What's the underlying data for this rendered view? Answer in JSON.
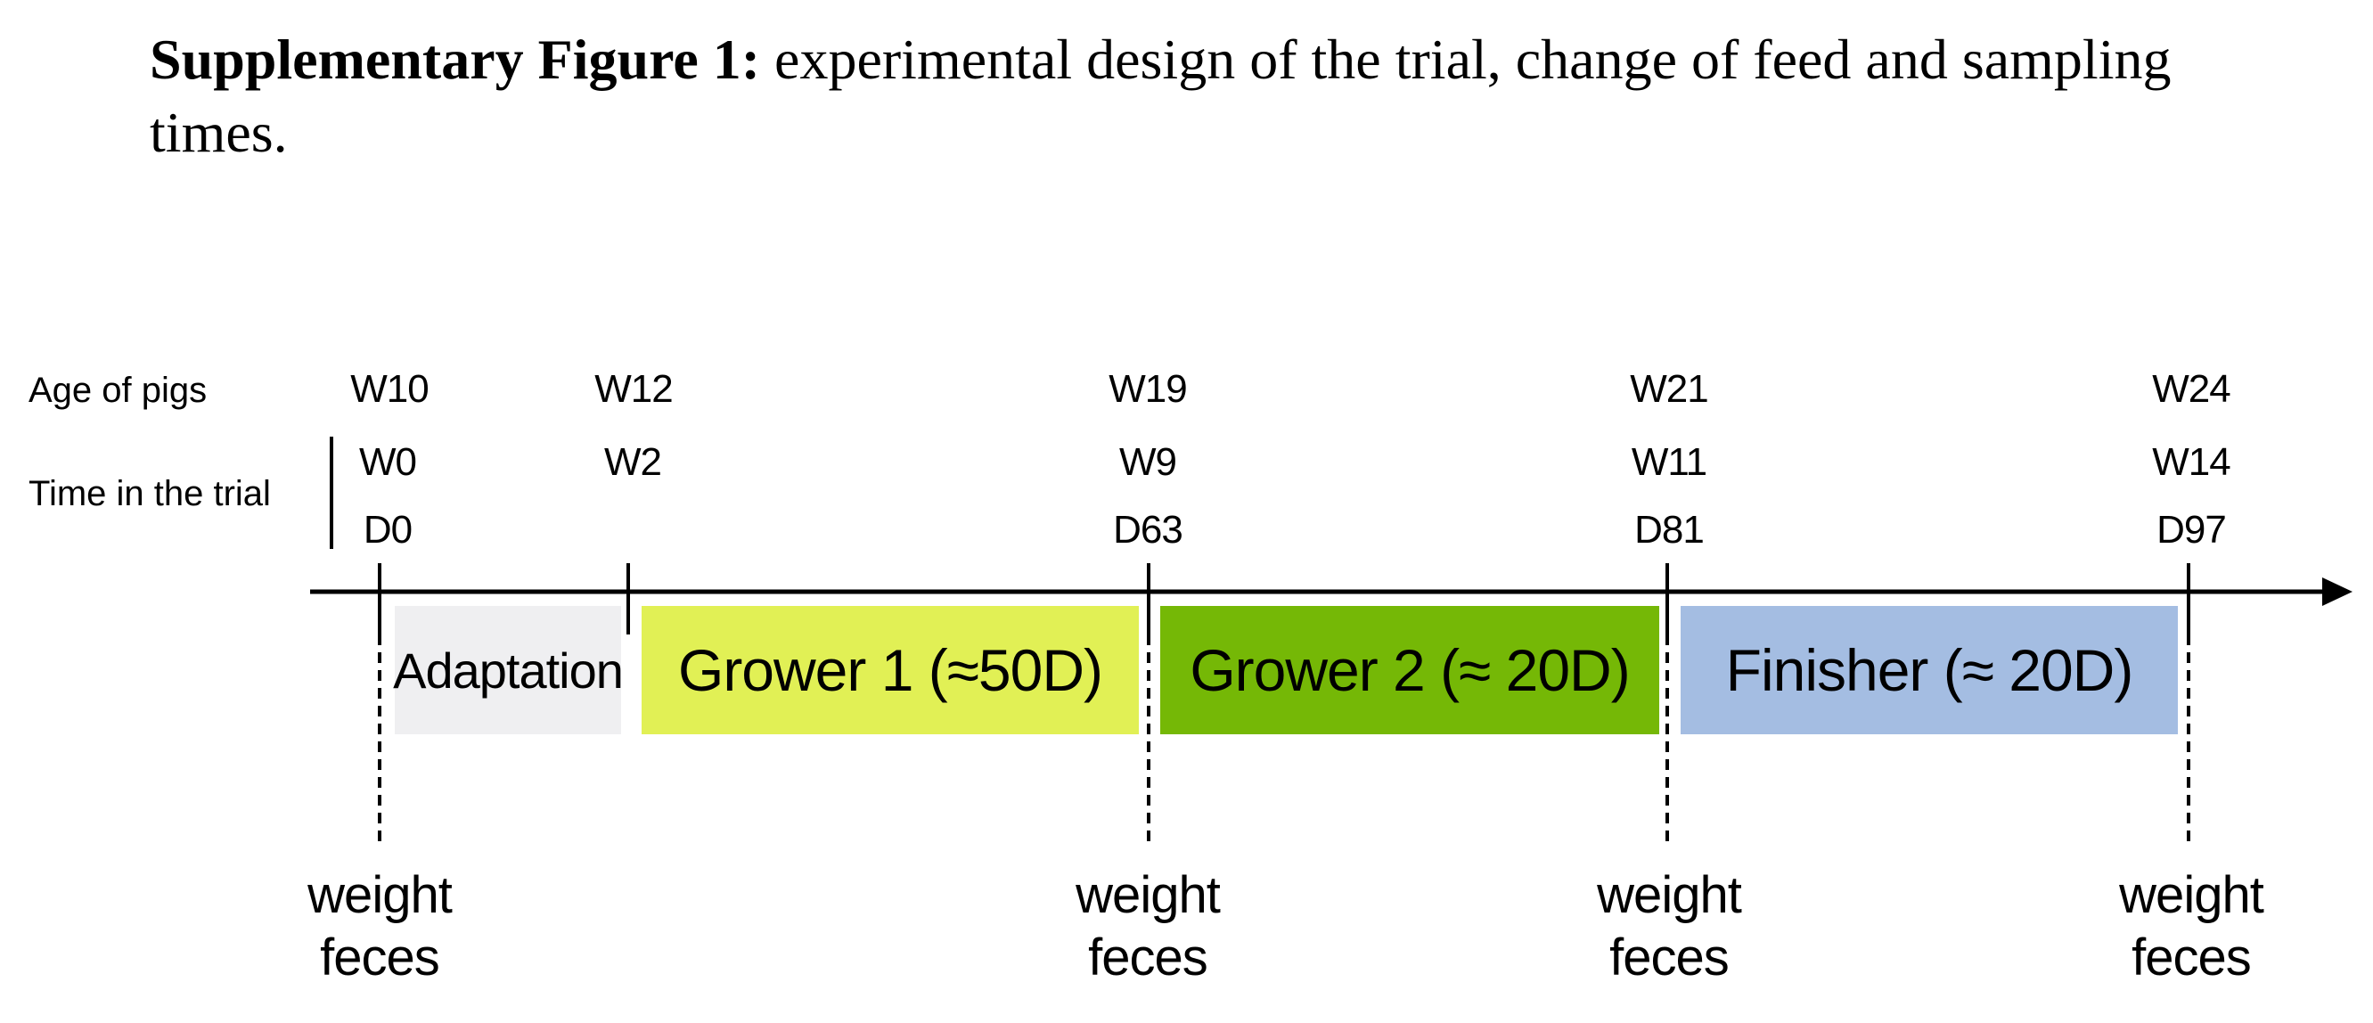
{
  "caption": {
    "bold_part": "Supplementary Figure 1:",
    "text_part": " experimental design of the trial, change of feed and sampling times."
  },
  "row_labels": {
    "age": "Age of pigs",
    "time": "Time in the trial"
  },
  "timepoints": [
    {
      "age": "W10",
      "week": "W0",
      "day": "D0"
    },
    {
      "age": "W12",
      "week": "W2",
      "day": ""
    },
    {
      "age": "W19",
      "week": "W9",
      "day": "D63"
    },
    {
      "age": "W21",
      "week": "W11",
      "day": "D81"
    },
    {
      "age": "W24",
      "week": "W14",
      "day": "D97"
    }
  ],
  "phases": [
    {
      "label": "Adaptation",
      "color": "#efeff1"
    },
    {
      "label": "Grower 1 (≈50D)",
      "color": "#e1f055"
    },
    {
      "label": "Grower 2 (≈ 20D)",
      "color": "#75b806"
    },
    {
      "label": "Finisher (≈ 20D)",
      "color": "#a4bde2"
    }
  ],
  "samples": [
    {
      "weight": "weight",
      "feces": "feces"
    },
    {
      "weight": "weight",
      "feces": "feces"
    },
    {
      "weight": "weight",
      "feces": "feces"
    },
    {
      "weight": "weight",
      "feces": "feces"
    }
  ]
}
